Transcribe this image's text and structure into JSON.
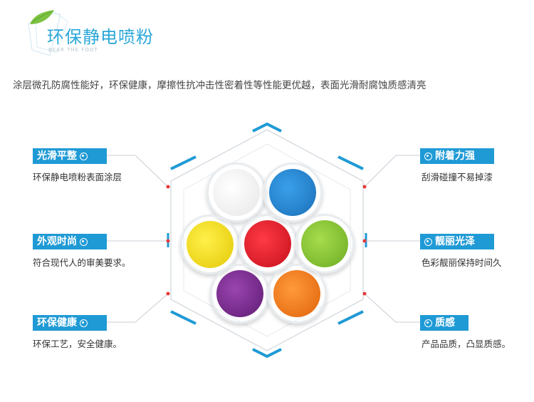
{
  "header": {
    "title": "环保静电喷粉",
    "subtitle": "BEAR THE FOOT"
  },
  "intro": "涂层微孔防腐性能好，环保健康，摩擦性抗冲击性密着性等性能更优越，表面光滑耐腐蚀质感清亮",
  "features": {
    "left": [
      {
        "title": "光滑平整",
        "desc": "环保静电喷粉表面涂层"
      },
      {
        "title": "外观时尚",
        "desc": "符合现代人的审美要求。"
      },
      {
        "title": "环保健康",
        "desc": "环保工艺，安全健康。"
      }
    ],
    "right": [
      {
        "title": "附着力强",
        "desc": "刮滑碰撞不易掉漆"
      },
      {
        "title": "靓丽光泽",
        "desc": "色彩靓丽保持时间久"
      },
      {
        "title": "质感",
        "desc": "产品品质，凸显质感。"
      }
    ]
  },
  "colors": {
    "accent": "#1f9ad5",
    "leaf": "#7dc242",
    "powders": [
      "#f4f4f4",
      "#1e88d6",
      "#f3e21a",
      "#e61e2a",
      "#8ccc36",
      "#7a2a8e",
      "#f07a10"
    ]
  }
}
